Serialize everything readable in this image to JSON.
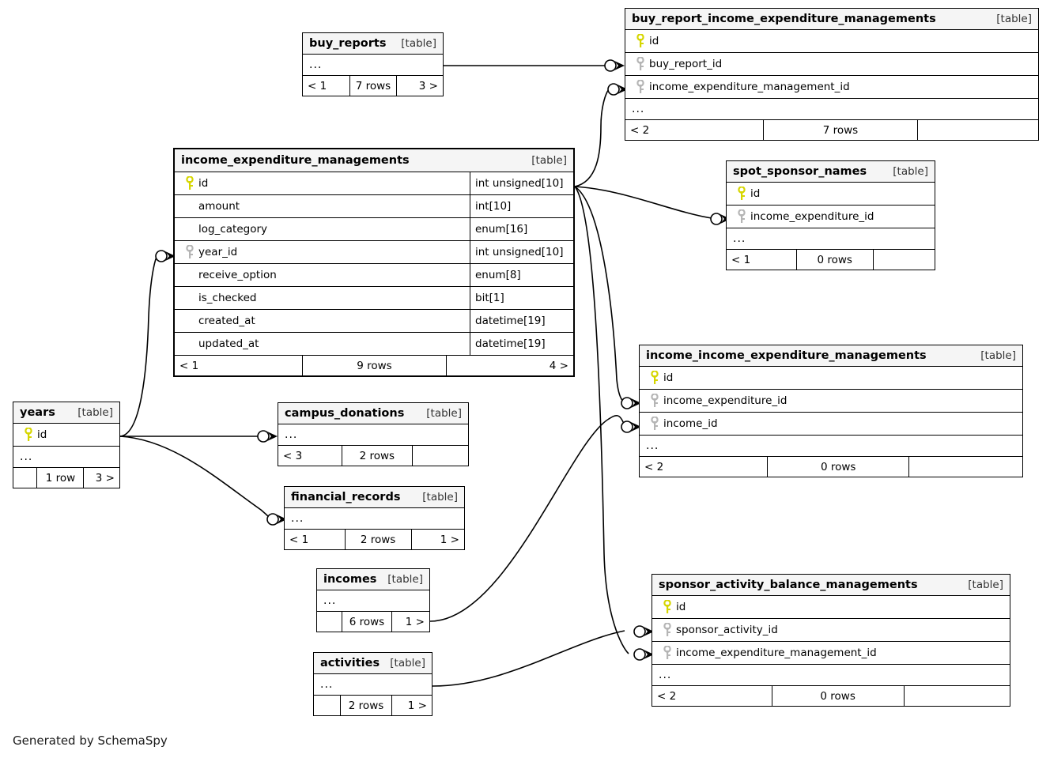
{
  "diagram": {
    "credit": "Generated by SchemaSpy",
    "table_tag": "[table]",
    "ellipsis": "...",
    "colors": {
      "primary_key": "#e8e800",
      "foreign_key": "#b0b0b0",
      "header_bg": "#f5f5f5",
      "border": "#000000",
      "background": "#ffffff"
    }
  },
  "tables": {
    "buy_reports": {
      "name": "buy_reports",
      "tag": "[table]",
      "ellipsis": "...",
      "footer": {
        "left": "< 1",
        "center": "7 rows",
        "right": "3 >"
      }
    },
    "buy_report_income_expenditure_managements": {
      "name": "buy_report_income_expenditure_managements",
      "tag": "[table]",
      "columns": [
        {
          "label": "id",
          "key": "primary",
          "type": ""
        },
        {
          "label": "buy_report_id",
          "key": "foreign",
          "type": ""
        },
        {
          "label": "income_expenditure_management_id",
          "key": "foreign",
          "type": ""
        }
      ],
      "ellipsis": "...",
      "footer": {
        "left": "< 2",
        "center": "7 rows",
        "right": ""
      }
    },
    "income_expenditure_managements": {
      "name": "income_expenditure_managements",
      "tag": "[table]",
      "columns": [
        {
          "label": "id",
          "key": "primary",
          "type": "int unsigned[10]"
        },
        {
          "label": "amount",
          "key": "none",
          "type": "int[10]"
        },
        {
          "label": "log_category",
          "key": "none",
          "type": "enum[16]"
        },
        {
          "label": "year_id",
          "key": "foreign",
          "type": "int unsigned[10]"
        },
        {
          "label": "receive_option",
          "key": "none",
          "type": "enum[8]"
        },
        {
          "label": "is_checked",
          "key": "none",
          "type": "bit[1]"
        },
        {
          "label": "created_at",
          "key": "none",
          "type": "datetime[19]"
        },
        {
          "label": "updated_at",
          "key": "none",
          "type": "datetime[19]"
        }
      ],
      "footer": {
        "left": "< 1",
        "center": "9 rows",
        "right": "4 >"
      }
    },
    "spot_sponsor_names": {
      "name": "spot_sponsor_names",
      "tag": "[table]",
      "columns": [
        {
          "label": "id",
          "key": "primary",
          "type": ""
        },
        {
          "label": "income_expenditure_id",
          "key": "foreign",
          "type": ""
        }
      ],
      "ellipsis": "...",
      "footer": {
        "left": "< 1",
        "center": "0 rows",
        "right": ""
      }
    },
    "income_income_expenditure_managements": {
      "name": "income_income_expenditure_managements",
      "tag": "[table]",
      "columns": [
        {
          "label": "id",
          "key": "primary",
          "type": ""
        },
        {
          "label": "income_expenditure_id",
          "key": "foreign",
          "type": ""
        },
        {
          "label": "income_id",
          "key": "foreign",
          "type": ""
        }
      ],
      "ellipsis": "...",
      "footer": {
        "left": "< 2",
        "center": "0 rows",
        "right": ""
      }
    },
    "sponsor_activity_balance_managements": {
      "name": "sponsor_activity_balance_managements",
      "tag": "[table]",
      "columns": [
        {
          "label": "id",
          "key": "primary",
          "type": ""
        },
        {
          "label": "sponsor_activity_id",
          "key": "foreign",
          "type": ""
        },
        {
          "label": "income_expenditure_management_id",
          "key": "foreign",
          "type": ""
        }
      ],
      "ellipsis": "...",
      "footer": {
        "left": "< 2",
        "center": "0 rows",
        "right": ""
      }
    },
    "years": {
      "name": "years",
      "tag": "[table]",
      "columns": [
        {
          "label": "id",
          "key": "primary",
          "type": ""
        }
      ],
      "ellipsis": "...",
      "footer": {
        "left": "",
        "center": "1 row",
        "right": "3 >"
      }
    },
    "campus_donations": {
      "name": "campus_donations",
      "tag": "[table]",
      "ellipsis": "...",
      "footer": {
        "left": "< 3",
        "center": "2 rows",
        "right": ""
      }
    },
    "financial_records": {
      "name": "financial_records",
      "tag": "[table]",
      "ellipsis": "...",
      "footer": {
        "left": "< 1",
        "center": "2 rows",
        "right": "1 >"
      }
    },
    "incomes": {
      "name": "incomes",
      "tag": "[table]",
      "ellipsis": "...",
      "footer": {
        "left": "",
        "center": "6 rows",
        "right": "1 >"
      }
    },
    "activities": {
      "name": "activities",
      "tag": "[table]",
      "ellipsis": "...",
      "footer": {
        "left": "",
        "center": "2 rows",
        "right": "1 >"
      }
    }
  }
}
